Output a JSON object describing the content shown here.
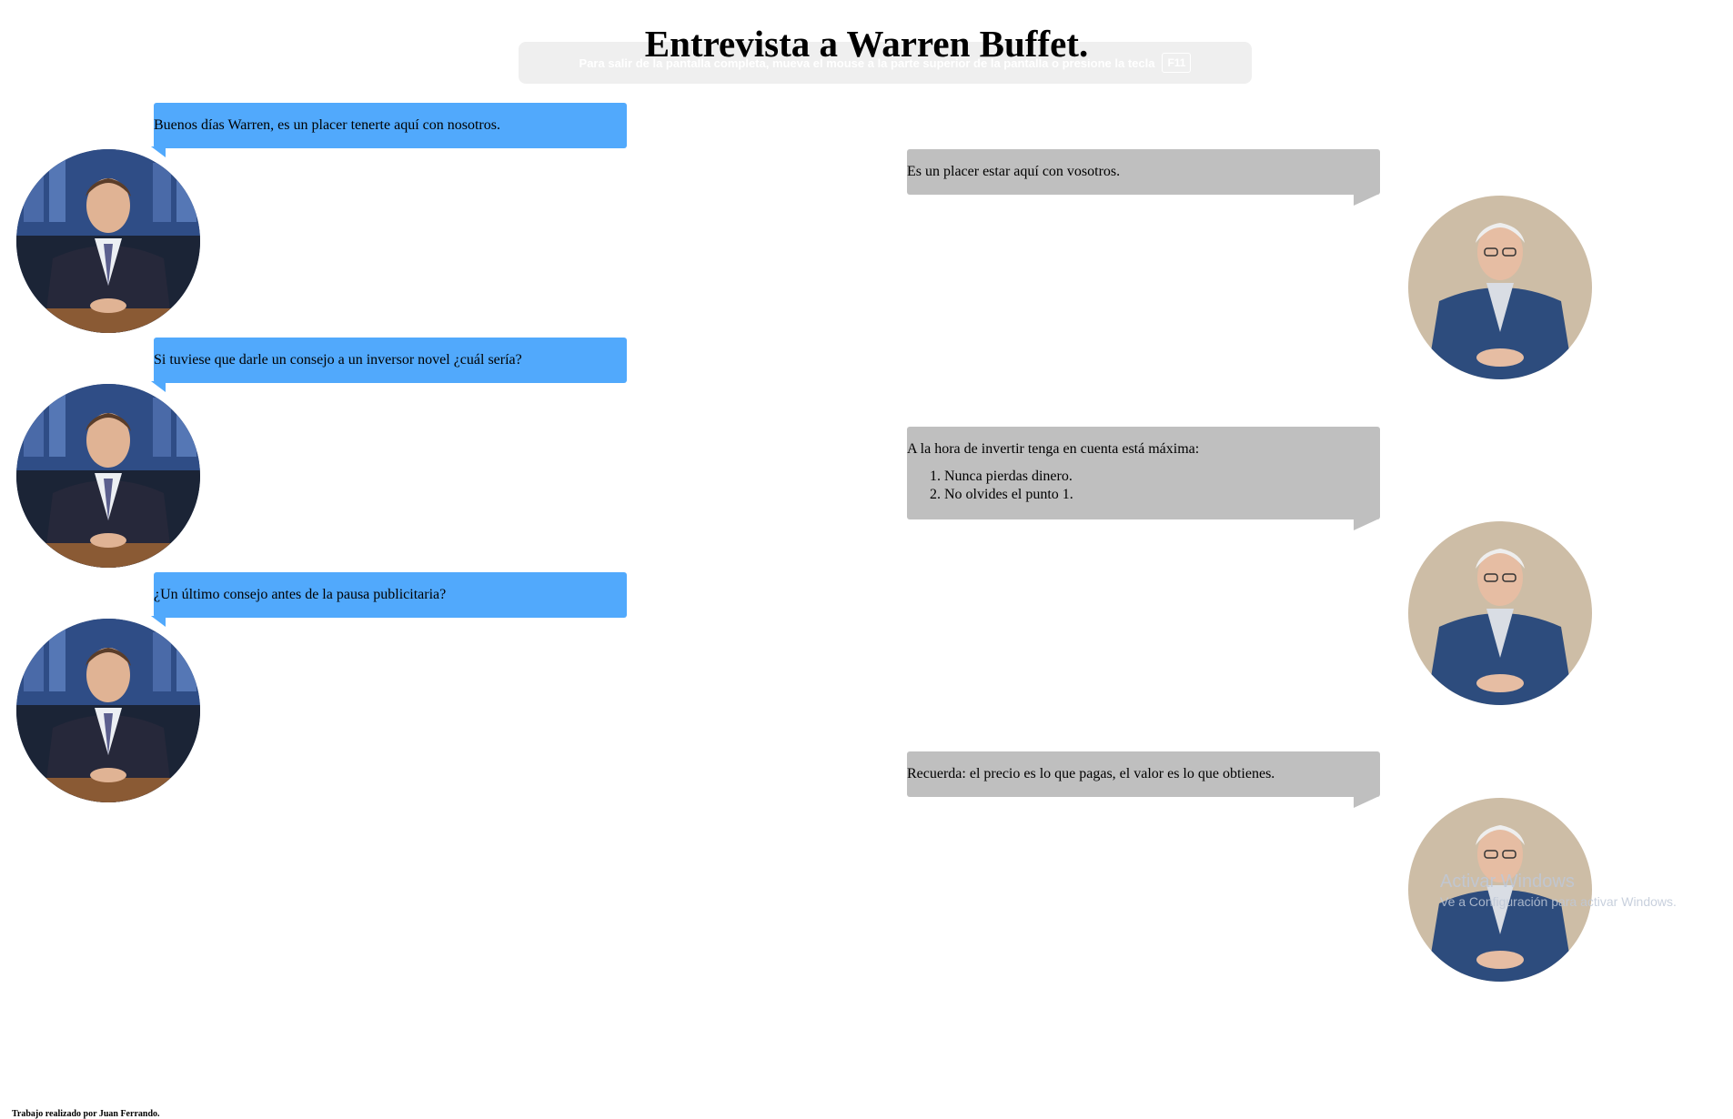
{
  "page": {
    "title": "Entrevista a Warren Buffet.",
    "footer": "Trabajo realizado por Juan Ferrando."
  },
  "fullscreen_notice": {
    "text": "Para salir de la pantalla completa, mueva el mouse a la parte superior de la pantalla o presione la tecla",
    "key": "F11"
  },
  "messages": [
    {
      "speaker": "host",
      "text": "Buenos días Warren, es un placer tenerte aquí con nosotros."
    },
    {
      "speaker": "warren",
      "text": "Es un placer estar aquí con vosotros."
    },
    {
      "speaker": "host",
      "text": "Si tuviese que darle un consejo a un inversor novel ¿cuál sería?"
    },
    {
      "speaker": "warren",
      "text": "A la hora de invertir tenga en cuenta está máxima:",
      "list": [
        "Nunca pierdas dinero.",
        "No olvides el punto 1."
      ]
    },
    {
      "speaker": "host",
      "text": "¿Un último consejo antes de la pausa publicitaria?"
    },
    {
      "speaker": "warren",
      "text": "Recuerda: el precio es lo que pagas, el valor es lo que obtienes."
    }
  ],
  "watermark": {
    "line1": "Activar Windows",
    "line2": "Ve a Configuración para activar Windows."
  },
  "colors": {
    "host_bubble": "#51a9fc",
    "guest_bubble": "#bfbfbf",
    "host_backdrop": "#243a66",
    "guest_backdrop": "#cdbda6",
    "suit_host": "#26283a",
    "suit_guest": "#2d4c7d"
  }
}
